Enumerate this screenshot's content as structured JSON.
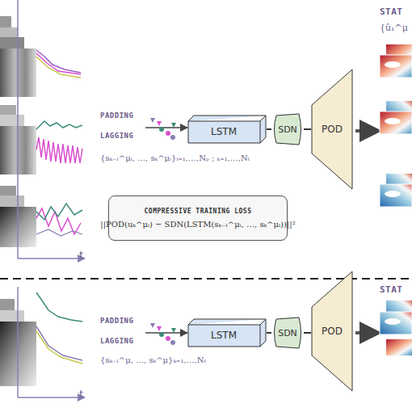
{
  "diagram": {
    "nodes": [
      {
        "text": [
          "LSTM"
        ]
      },
      {
        "text": [
          "SDN"
        ]
      },
      {
        "text": [
          "POD"
        ]
      },
      {
        "text": [
          "COMPRESSIVE TRAINING LOSS",
          "||POD(uₖ^μᵢ) − SDN(LSTM(sₖ₋ₗ^μᵢ, …, sₖ^μᵢ))||²"
        ]
      },
      {
        "text": [
          "LSTM"
        ]
      },
      {
        "text": [
          "SDN"
        ]
      },
      {
        "text": [
          "POD"
        ]
      }
    ],
    "edges": [
      {
        "from": 0,
        "to": 1,
        "arrow": "none"
      },
      {
        "from": 1,
        "to": 2,
        "arrow": "none"
      },
      {
        "from": 4,
        "to": 5,
        "arrow": "none"
      },
      {
        "from": 5,
        "to": 6,
        "arrow": "none"
      }
    ],
    "labels": [
      "PADDING",
      "LAGGING",
      "{sₖ₋ₗ^μᵢ, …, sₖ^μᵢ}ᵢ₌₁,…,Nₚ ; ₖ₌₁,…,Nₜ",
      "STAT",
      "{û₁^μ",
      "t",
      "PADDING",
      "LAGGING",
      "{sₖ₋ₗ^μ, …, sₖ^μ}ₖ₌₁,…,Nₜ",
      "STAT",
      "t"
    ]
  }
}
